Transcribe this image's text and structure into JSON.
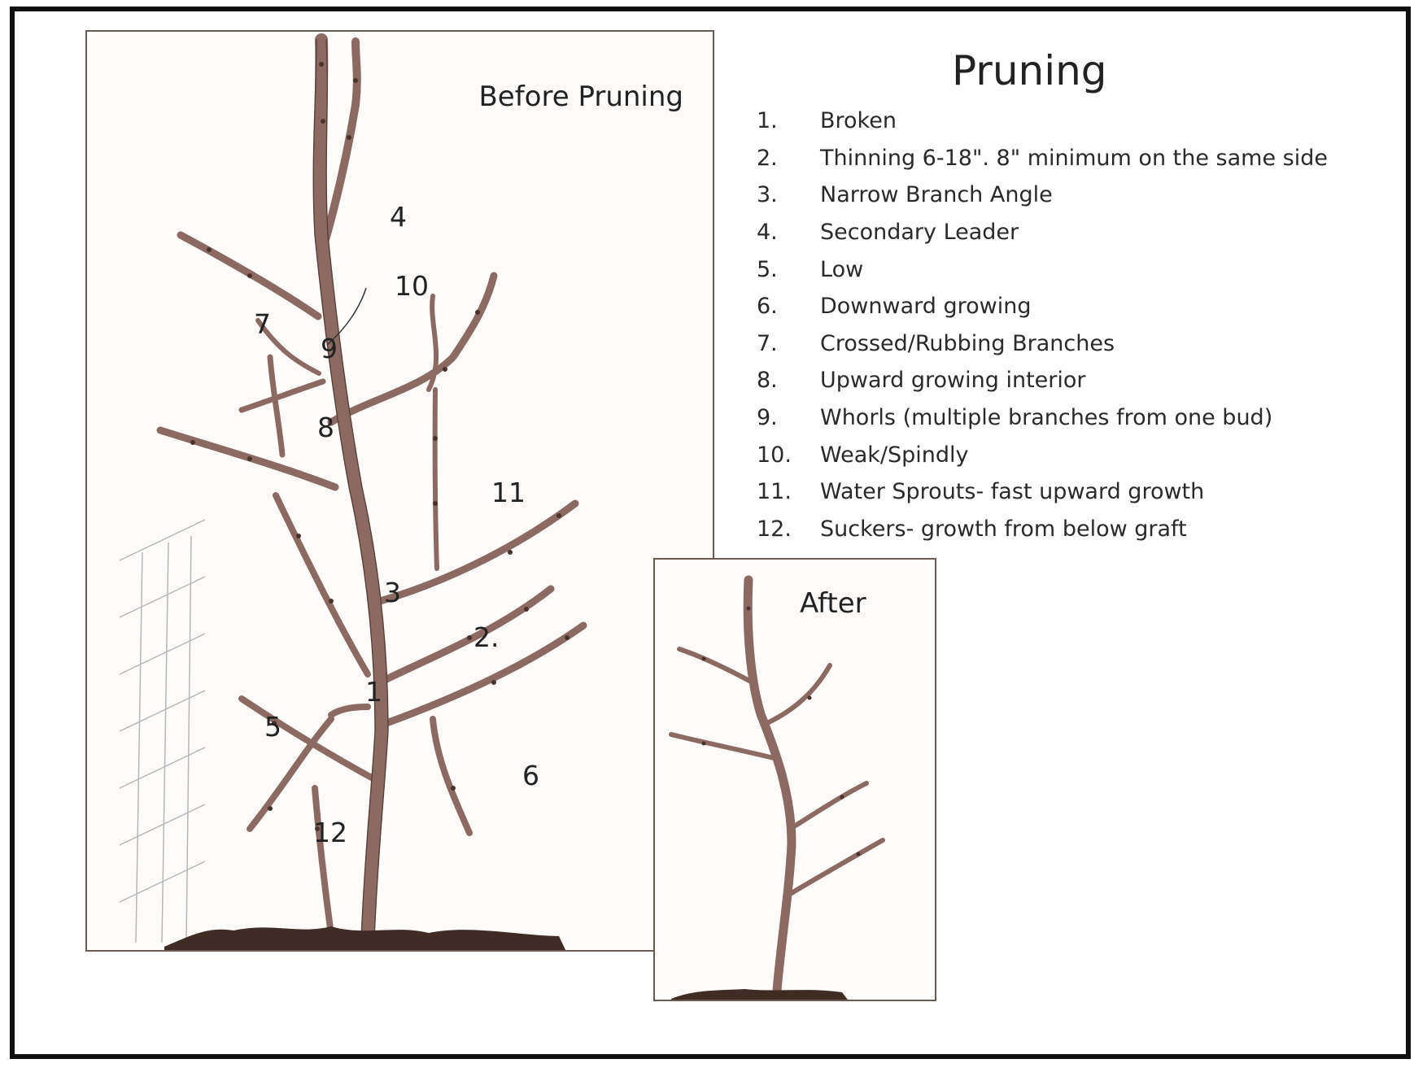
{
  "title": "Pruning",
  "before_label": "Before Pruning",
  "after_label": "After",
  "legend": [
    {
      "number": "1.",
      "text": "Broken"
    },
    {
      "number": "2.",
      "text": "Thinning 6-18\". 8\" minimum on the same side"
    },
    {
      "number": "3.",
      "text": "Narrow Branch Angle"
    },
    {
      "number": "4.",
      "text": "Secondary Leader"
    },
    {
      "number": "5.",
      "text": "Low"
    },
    {
      "number": "6.",
      "text": "Downward growing"
    },
    {
      "number": "7.",
      "text": "Crossed/Rubbing Branches"
    },
    {
      "number": "8.",
      "text": "Upward growing interior"
    },
    {
      "number": "9.",
      "text": "Whorls (multiple branches from one bud)"
    },
    {
      "number": "10.",
      "text": "Weak/Spindly"
    },
    {
      "number": "11.",
      "text": "Water Sprouts- fast upward growth"
    },
    {
      "number": "12.",
      "text": "Suckers- growth from below graft"
    }
  ],
  "callouts": [
    "1",
    "2.",
    "3",
    "4",
    "5",
    "6",
    "7",
    "8",
    "9",
    "10",
    "11",
    "12"
  ],
  "colors": {
    "branch": "#8c6a63",
    "branch_dark": "#5a4038",
    "frame": "#111111",
    "panel_border": "#6b5a52"
  }
}
